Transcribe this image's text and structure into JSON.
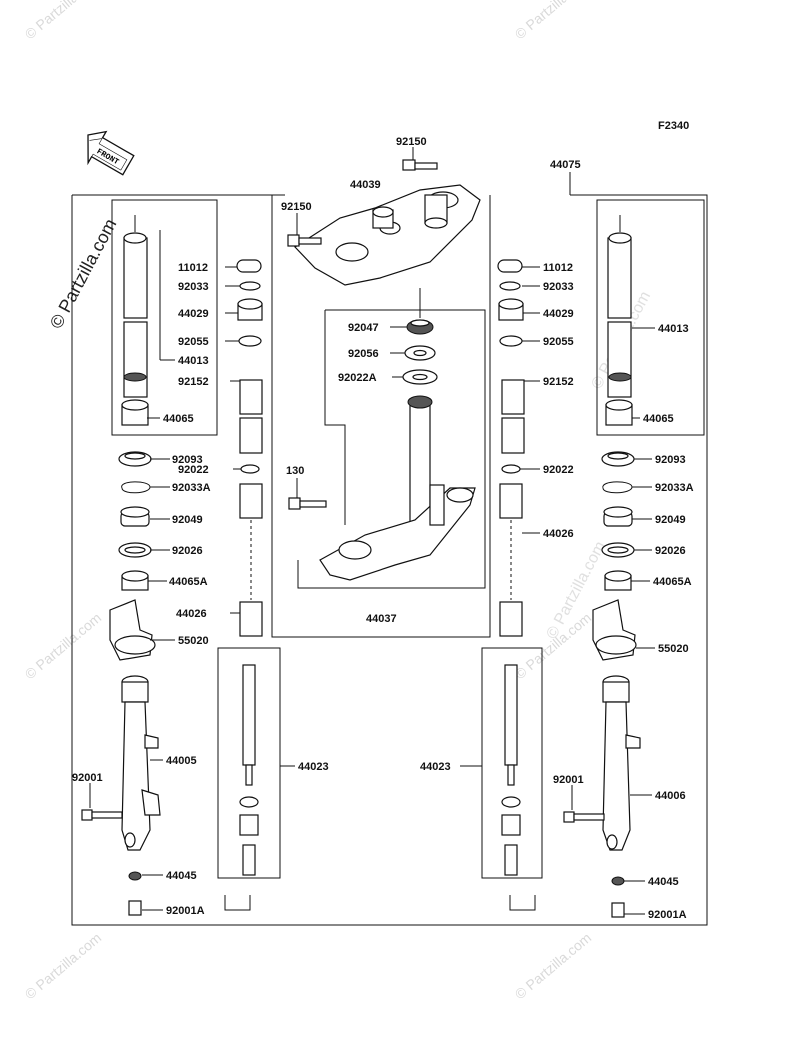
{
  "figure_code": "F2340",
  "front_label": "FRONT",
  "watermark": "© Partzilla.com",
  "labels": {
    "p92150_top": "92150",
    "p44039": "44039",
    "p92150_left": "92150",
    "p44075": "44075",
    "p11012_l": "11012",
    "p92033_l": "92033",
    "p44029_l": "44029",
    "p92055_l": "92055",
    "p44013_l": "44013",
    "p92152_l": "92152",
    "p44065_l": "44065",
    "p92093_l": "92093",
    "p92022_l": "92022",
    "p92033A_l": "92033A",
    "p92049_l": "92049",
    "p92026_l": "92026",
    "p44065A_l": "44065A",
    "p44026_l": "44026",
    "p55020_l": "55020",
    "p44005": "44005",
    "p92001_l": "92001",
    "p44045_l": "44045",
    "p92001A_l": "92001A",
    "p44023_l": "44023",
    "p92047": "92047",
    "p92056": "92056",
    "p92022A": "92022A",
    "p130": "130",
    "p44037": "44037",
    "p11012_r": "11012",
    "p92033_r": "92033",
    "p44029_r": "44029",
    "p92055_r": "92055",
    "p92152_r": "92152",
    "p44013_r": "44013",
    "p44065_r": "44065",
    "p92022_r": "92022",
    "p92093_r": "92093",
    "p92033A_r": "92033A",
    "p44026_r": "44026",
    "p92049_r": "92049",
    "p92026_r": "92026",
    "p44065A_r": "44065A",
    "p55020_r": "55020",
    "p44023_r": "44023",
    "p92001_r": "92001",
    "p44006": "44006",
    "p44045_r": "44045",
    "p92001A_r": "92001A"
  }
}
